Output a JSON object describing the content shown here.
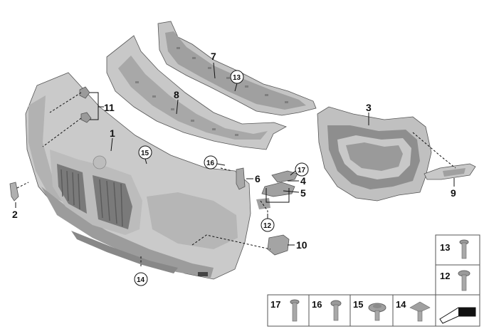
{
  "callouts": {
    "c1": "1",
    "c2": "2",
    "c3": "3",
    "c4": "4",
    "c5": "5",
    "c6": "6",
    "c7": "7",
    "c8": "8",
    "c9": "9",
    "c10": "10",
    "c11": "11",
    "c12": "12",
    "c13": "13",
    "c14": "14",
    "c15": "15",
    "c16": "16",
    "c17": "17"
  },
  "fastener_table": {
    "f13": "13",
    "f12": "12",
    "f17": "17",
    "f16": "16",
    "f15": "15",
    "f14": "14"
  },
  "colors": {
    "part_fill": "#c8c8c8",
    "part_dark": "#9a9a9a",
    "line": "#111111",
    "table_border": "#555555"
  }
}
